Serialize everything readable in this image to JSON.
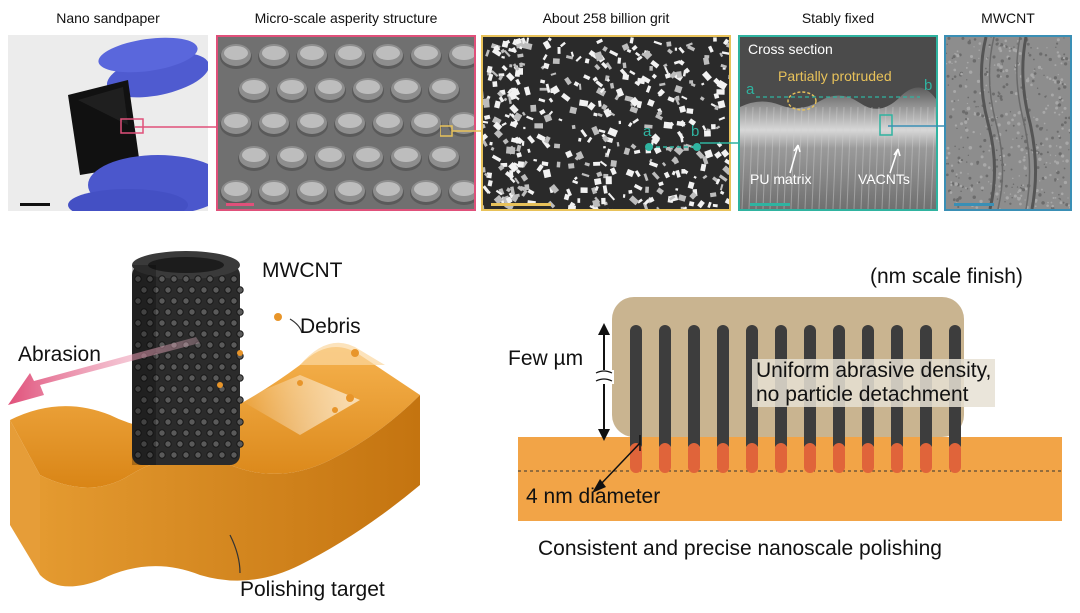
{
  "panels": [
    {
      "title": "Nano sandpaper"
    },
    {
      "title": "Micro-scale asperity structure"
    },
    {
      "title": "About 258 billion grit"
    },
    {
      "title": "Stably fixed"
    },
    {
      "title": "MWCNT"
    }
  ],
  "cross_section": {
    "title": "Cross section",
    "partially_protruded": "Partially protruded",
    "pu_matrix": "PU matrix",
    "vacnts": "VACNTs",
    "a": "a",
    "b": "b"
  },
  "grit_labels": {
    "a": "a",
    "b": "b"
  },
  "left_diagram": {
    "mwcnt": "MWCNT",
    "debris": "Debris",
    "abrasion": "Abrasion",
    "target": "Polishing target"
  },
  "right_diagram": {
    "finish": "(nm scale finish)",
    "few_um": "Few µm",
    "uniform_line1": "Uniform abrasive density,",
    "uniform_line2": "no particle detachment",
    "diameter": "4 nm diameter",
    "caption": "Consistent and precise nanoscale polishing"
  },
  "colors": {
    "pink": "#e0507a",
    "yellow": "#e8c25a",
    "teal": "#2fb3a0",
    "blue": "#3a8fb5",
    "orange": "#f0a23a",
    "matrix": "#c9b490",
    "cnt": "#3d3d3d"
  }
}
